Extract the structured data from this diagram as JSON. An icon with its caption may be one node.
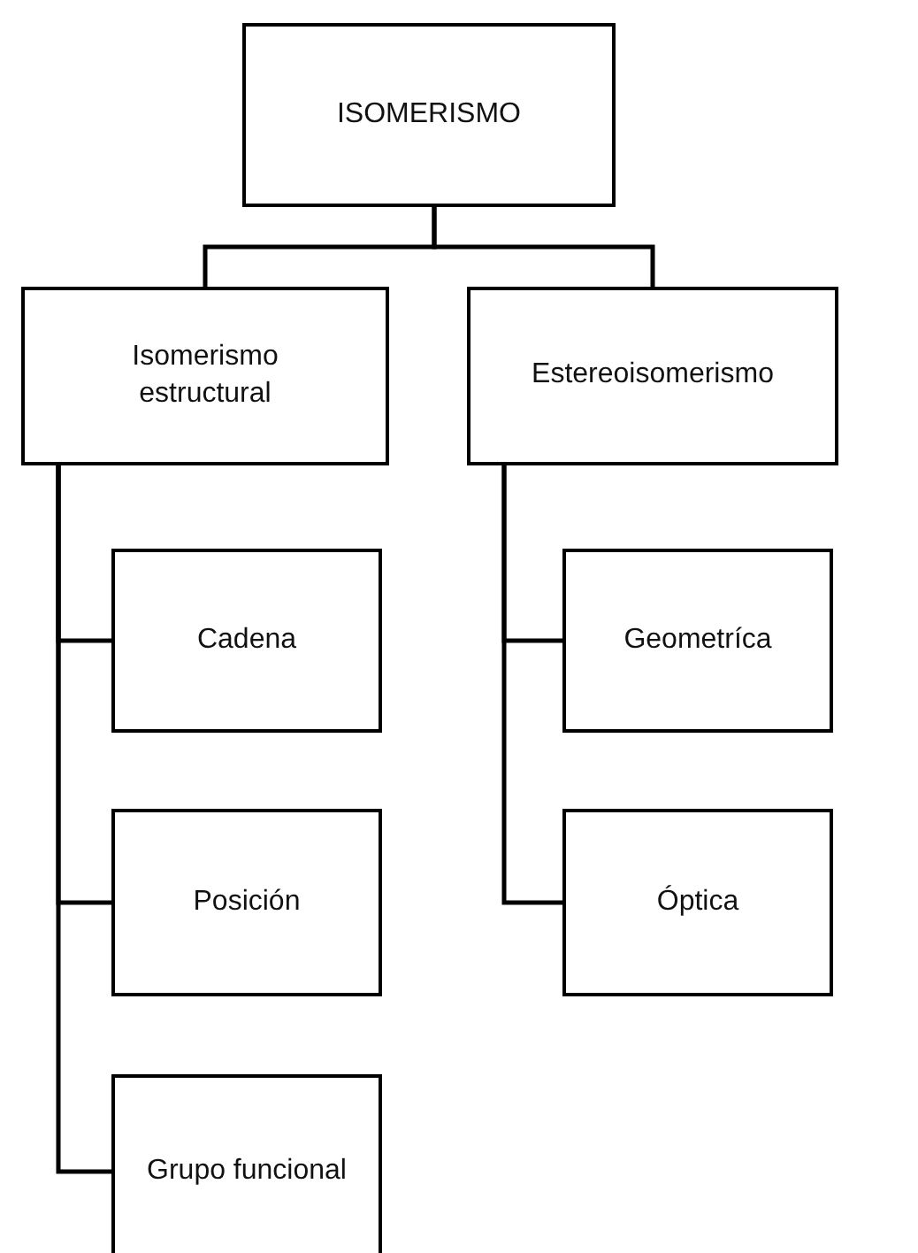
{
  "diagram": {
    "nodes": [
      {
        "text": [
          "ISOMERISMO"
        ]
      },
      {
        "text": [
          "Isomerismo estructural"
        ]
      },
      {
        "text": [
          "Estereoisomerismo"
        ]
      },
      {
        "text": [
          "Cadena"
        ]
      },
      {
        "text": [
          "Posición"
        ]
      },
      {
        "text": [
          "Grupo funcional"
        ]
      },
      {
        "text": [
          "Geometríca"
        ]
      },
      {
        "text": [
          "Óptica"
        ]
      }
    ],
    "edges": [
      {
        "from": 0,
        "to": 1,
        "arrow": "none"
      },
      {
        "from": 0,
        "to": 2,
        "arrow": "none"
      },
      {
        "from": 1,
        "to": 3,
        "arrow": "none"
      },
      {
        "from": 1,
        "to": 4,
        "arrow": "none"
      },
      {
        "from": 1,
        "to": 5,
        "arrow": "none"
      },
      {
        "from": 2,
        "to": 6,
        "arrow": "none"
      },
      {
        "from": 2,
        "to": 7,
        "arrow": "none"
      }
    ]
  }
}
